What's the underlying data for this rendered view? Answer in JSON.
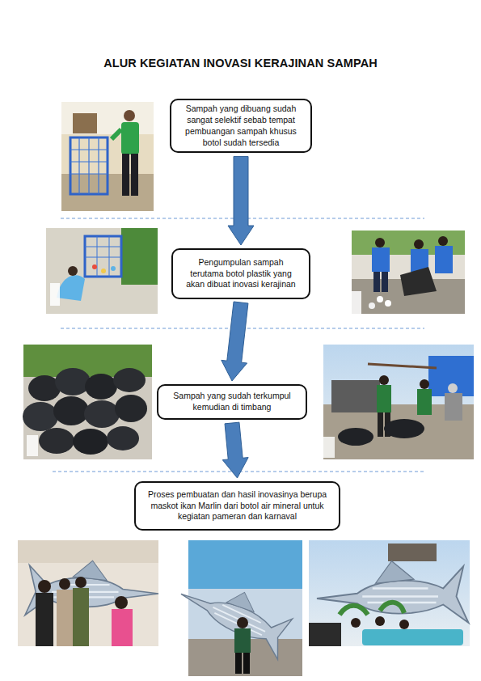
{
  "diagram": {
    "title": "ALUR KEGIATAN INOVASI KERAJINAN SAMPAH",
    "nodes": [
      {
        "text": [
          "Sampah yang dibuang sudah sangat selektif sebab tempat pembuangan sampah khusus botol sudah tersedia"
        ]
      },
      {
        "text": [
          "Pengumpulan sampah terutama botol plastik yang akan dibuat inovasi kerajinan"
        ]
      },
      {
        "text": [
          "Sampah yang sudah terkumpul kemudian di timbang"
        ]
      },
      {
        "text": [
          "Proses pembuatan dan hasil inovasinya berupa maskot ikan Marlin dari botol air mineral untuk kegiatan pameran dan karnaval"
        ]
      }
    ],
    "edges": [
      {
        "from": 0,
        "to": 1,
        "arrow": "to"
      },
      {
        "from": 1,
        "to": 2,
        "arrow": "to"
      },
      {
        "from": 2,
        "to": 3,
        "arrow": "to"
      }
    ]
  }
}
